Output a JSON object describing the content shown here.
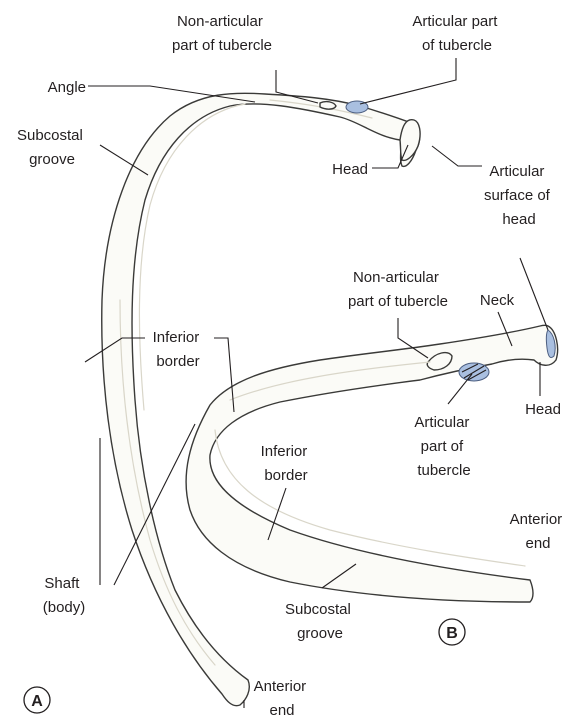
{
  "figure_a": {
    "letter": "A",
    "labels": {
      "non_articular": [
        "Non-articular",
        "part of tubercle"
      ],
      "articular": [
        "Articular part",
        "of tubercle"
      ],
      "angle": [
        "Angle"
      ],
      "subcostal_groove": [
        "Subcostal",
        "groove"
      ],
      "head": [
        "Head"
      ],
      "inferior_border": [
        "Inferior",
        "border"
      ],
      "shaft": [
        "Shaft",
        "(body)"
      ],
      "anterior_end": [
        "Anterior",
        "end"
      ]
    }
  },
  "figure_b": {
    "letter": "B",
    "labels": {
      "articular_surface_head": [
        "Articular",
        "surface of",
        "head"
      ],
      "non_articular": [
        "Non-articular",
        "part of tubercle"
      ],
      "neck": [
        "Neck"
      ],
      "head": [
        "Head"
      ],
      "articular_part": [
        "Articular",
        "part of",
        "tubercle"
      ],
      "inferior_border": [
        "Inferior",
        "border"
      ],
      "anterior_end": [
        "Anterior",
        "end"
      ],
      "subcostal_groove": [
        "Subcostal",
        "groove"
      ]
    }
  },
  "colors": {
    "facet": "#a9bfe0",
    "outline": "#3a3a38",
    "bone": "#fbfbf7"
  }
}
